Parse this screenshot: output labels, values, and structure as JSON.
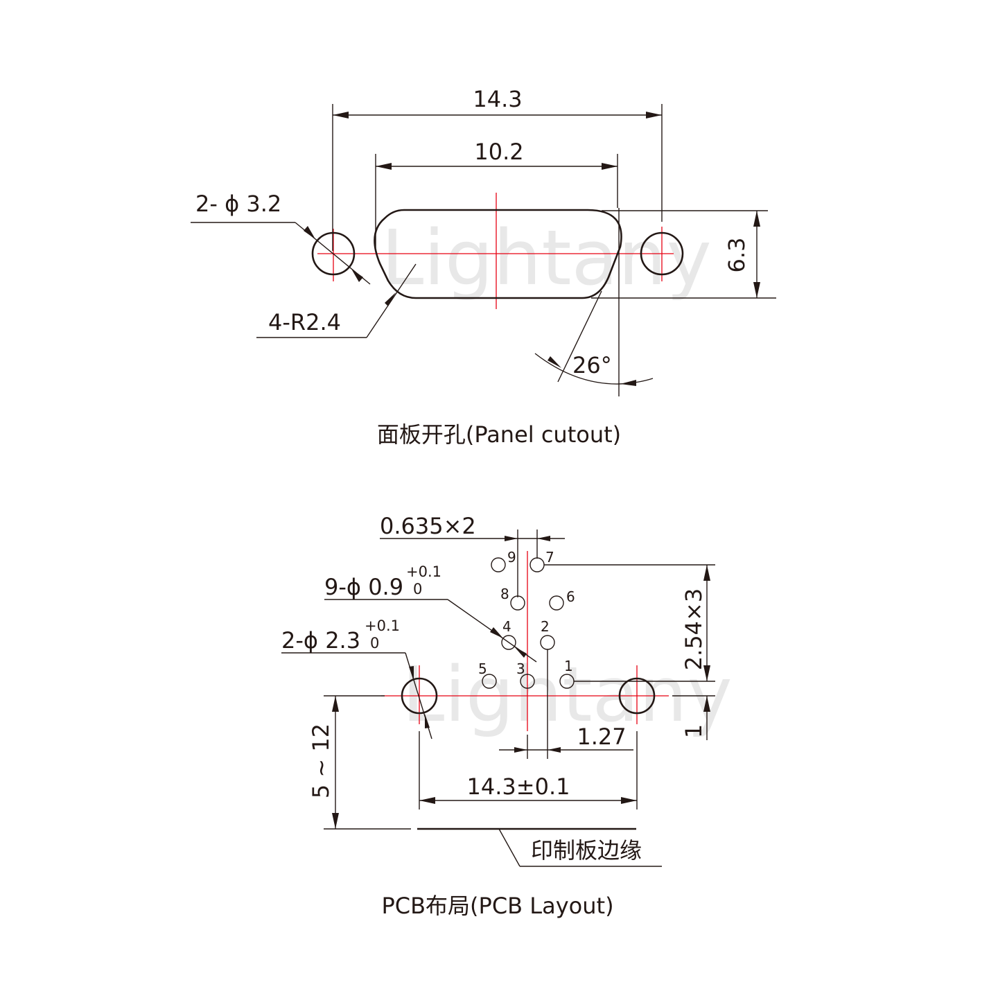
{
  "watermark": "Lightany",
  "panel": {
    "caption": "面板开孔(Panel cutout)",
    "dim_overall_width": "14.3",
    "dim_slot_width": "10.2",
    "dim_height": "6.3",
    "label_holes": "2- ϕ 3.2",
    "label_radius": "4-R2.4",
    "label_angle": "26°"
  },
  "pcb": {
    "caption": "PCB布局(PCB Layout)",
    "dim_pitch_x": "0.635×2",
    "dim_pitch_y": "2.54×3",
    "label_pin_holes": "9-ϕ 0.9",
    "label_pin_tol_upper": "+0.1",
    "label_pin_tol_lower": "0",
    "label_mount_holes": "2-ϕ 2.3",
    "label_mount_tol_upper": "+0.1",
    "label_mount_tol_lower": "0",
    "dim_offset": "1.27",
    "dim_mount_spacing": "14.3±0.1",
    "dim_edge_range": "5 ~ 12",
    "dim_row_offset": "1",
    "label_board_edge": "印制板边缘",
    "pins": [
      {
        "num": "1"
      },
      {
        "num": "2"
      },
      {
        "num": "3"
      },
      {
        "num": "4"
      },
      {
        "num": "5"
      },
      {
        "num": "6"
      },
      {
        "num": "7"
      },
      {
        "num": "8"
      },
      {
        "num": "9"
      }
    ]
  },
  "colors": {
    "line": "#231815",
    "centerline": "#e60012",
    "watermark": "#e8e8e8"
  }
}
